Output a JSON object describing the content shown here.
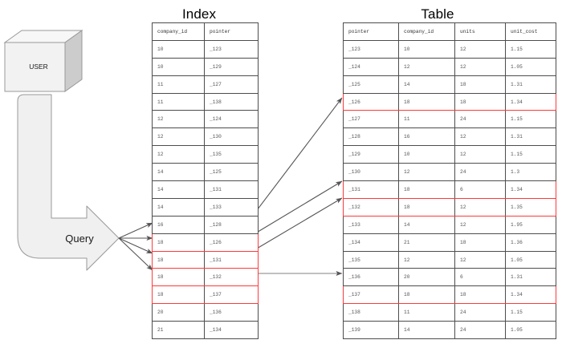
{
  "diagram": {
    "background": "#ffffff",
    "highlight_color": "#fb3b3b",
    "shape_fill": "#f2f2f2",
    "shape_stroke": "#999999",
    "arrow_color": "#555555"
  },
  "actor": {
    "label": "USER",
    "shape": "cube-3d"
  },
  "query": {
    "label": "Query",
    "shape": "bent-block-arrow"
  },
  "index": {
    "title": "Index",
    "columns": [
      "company_id",
      "pointer"
    ],
    "rows": [
      {
        "company_id": "10",
        "pointer": "_123",
        "highlight": false
      },
      {
        "company_id": "10",
        "pointer": "_129",
        "highlight": false
      },
      {
        "company_id": "11",
        "pointer": "_127",
        "highlight": false
      },
      {
        "company_id": "11",
        "pointer": "_138",
        "highlight": false
      },
      {
        "company_id": "12",
        "pointer": "_124",
        "highlight": false
      },
      {
        "company_id": "12",
        "pointer": "_130",
        "highlight": false
      },
      {
        "company_id": "12",
        "pointer": "_135",
        "highlight": false
      },
      {
        "company_id": "14",
        "pointer": "_125",
        "highlight": false
      },
      {
        "company_id": "14",
        "pointer": "_131",
        "highlight": false
      },
      {
        "company_id": "14",
        "pointer": "_133",
        "highlight": false
      },
      {
        "company_id": "16",
        "pointer": "_128",
        "highlight": false
      },
      {
        "company_id": "18",
        "pointer": "_126",
        "highlight": true
      },
      {
        "company_id": "18",
        "pointer": "_131",
        "highlight": true
      },
      {
        "company_id": "18",
        "pointer": "_132",
        "highlight": true
      },
      {
        "company_id": "18",
        "pointer": "_137",
        "highlight": true
      },
      {
        "company_id": "20",
        "pointer": "_136",
        "highlight": false
      },
      {
        "company_id": "21",
        "pointer": "_134",
        "highlight": false
      }
    ]
  },
  "table": {
    "title": "Table",
    "columns": [
      "pointer",
      "company_id",
      "units",
      "unit_cost"
    ],
    "rows": [
      {
        "pointer": "_123",
        "company_id": "10",
        "units": "12",
        "unit_cost": "1.15",
        "highlight": false
      },
      {
        "pointer": "_124",
        "company_id": "12",
        "units": "12",
        "unit_cost": "1.05",
        "highlight": false
      },
      {
        "pointer": "_125",
        "company_id": "14",
        "units": "18",
        "unit_cost": "1.31",
        "highlight": false
      },
      {
        "pointer": "_126",
        "company_id": "18",
        "units": "18",
        "unit_cost": "1.34",
        "highlight": true
      },
      {
        "pointer": "_127",
        "company_id": "11",
        "units": "24",
        "unit_cost": "1.15",
        "highlight": false
      },
      {
        "pointer": "_128",
        "company_id": "16",
        "units": "12",
        "unit_cost": "1.31",
        "highlight": false
      },
      {
        "pointer": "_129",
        "company_id": "10",
        "units": "12",
        "unit_cost": "1.15",
        "highlight": false
      },
      {
        "pointer": "_130",
        "company_id": "12",
        "units": "24",
        "unit_cost": "1.3",
        "highlight": false
      },
      {
        "pointer": "_131",
        "company_id": "18",
        "units": "6",
        "unit_cost": "1.34",
        "highlight": true
      },
      {
        "pointer": "_132",
        "company_id": "18",
        "units": "12",
        "unit_cost": "1.35",
        "highlight": true
      },
      {
        "pointer": "_133",
        "company_id": "14",
        "units": "12",
        "unit_cost": "1.95",
        "highlight": false
      },
      {
        "pointer": "_134",
        "company_id": "21",
        "units": "18",
        "unit_cost": "1.36",
        "highlight": false
      },
      {
        "pointer": "_135",
        "company_id": "12",
        "units": "12",
        "unit_cost": "1.05",
        "highlight": false
      },
      {
        "pointer": "_136",
        "company_id": "20",
        "units": "6",
        "unit_cost": "1.31",
        "highlight": false
      },
      {
        "pointer": "_137",
        "company_id": "18",
        "units": "18",
        "unit_cost": "1.34",
        "highlight": true
      },
      {
        "pointer": "_138",
        "company_id": "11",
        "units": "24",
        "unit_cost": "1.15",
        "highlight": false
      },
      {
        "pointer": "_139",
        "company_id": "14",
        "units": "24",
        "unit_cost": "1.05",
        "highlight": false
      }
    ]
  },
  "connections": {
    "query_to_index": [
      {
        "from": "query",
        "to_pointer": "_126"
      },
      {
        "from": "query",
        "to_pointer": "_131"
      },
      {
        "from": "query",
        "to_pointer": "_132"
      },
      {
        "from": "query",
        "to_pointer": "_137"
      }
    ],
    "index_to_table": [
      {
        "from_pointer": "_126",
        "to_pointer": "_126"
      },
      {
        "from_pointer": "_131",
        "to_pointer": "_131"
      },
      {
        "from_pointer": "_132",
        "to_pointer": "_132"
      },
      {
        "from_pointer": "_137",
        "to_pointer": "_137"
      }
    ]
  }
}
